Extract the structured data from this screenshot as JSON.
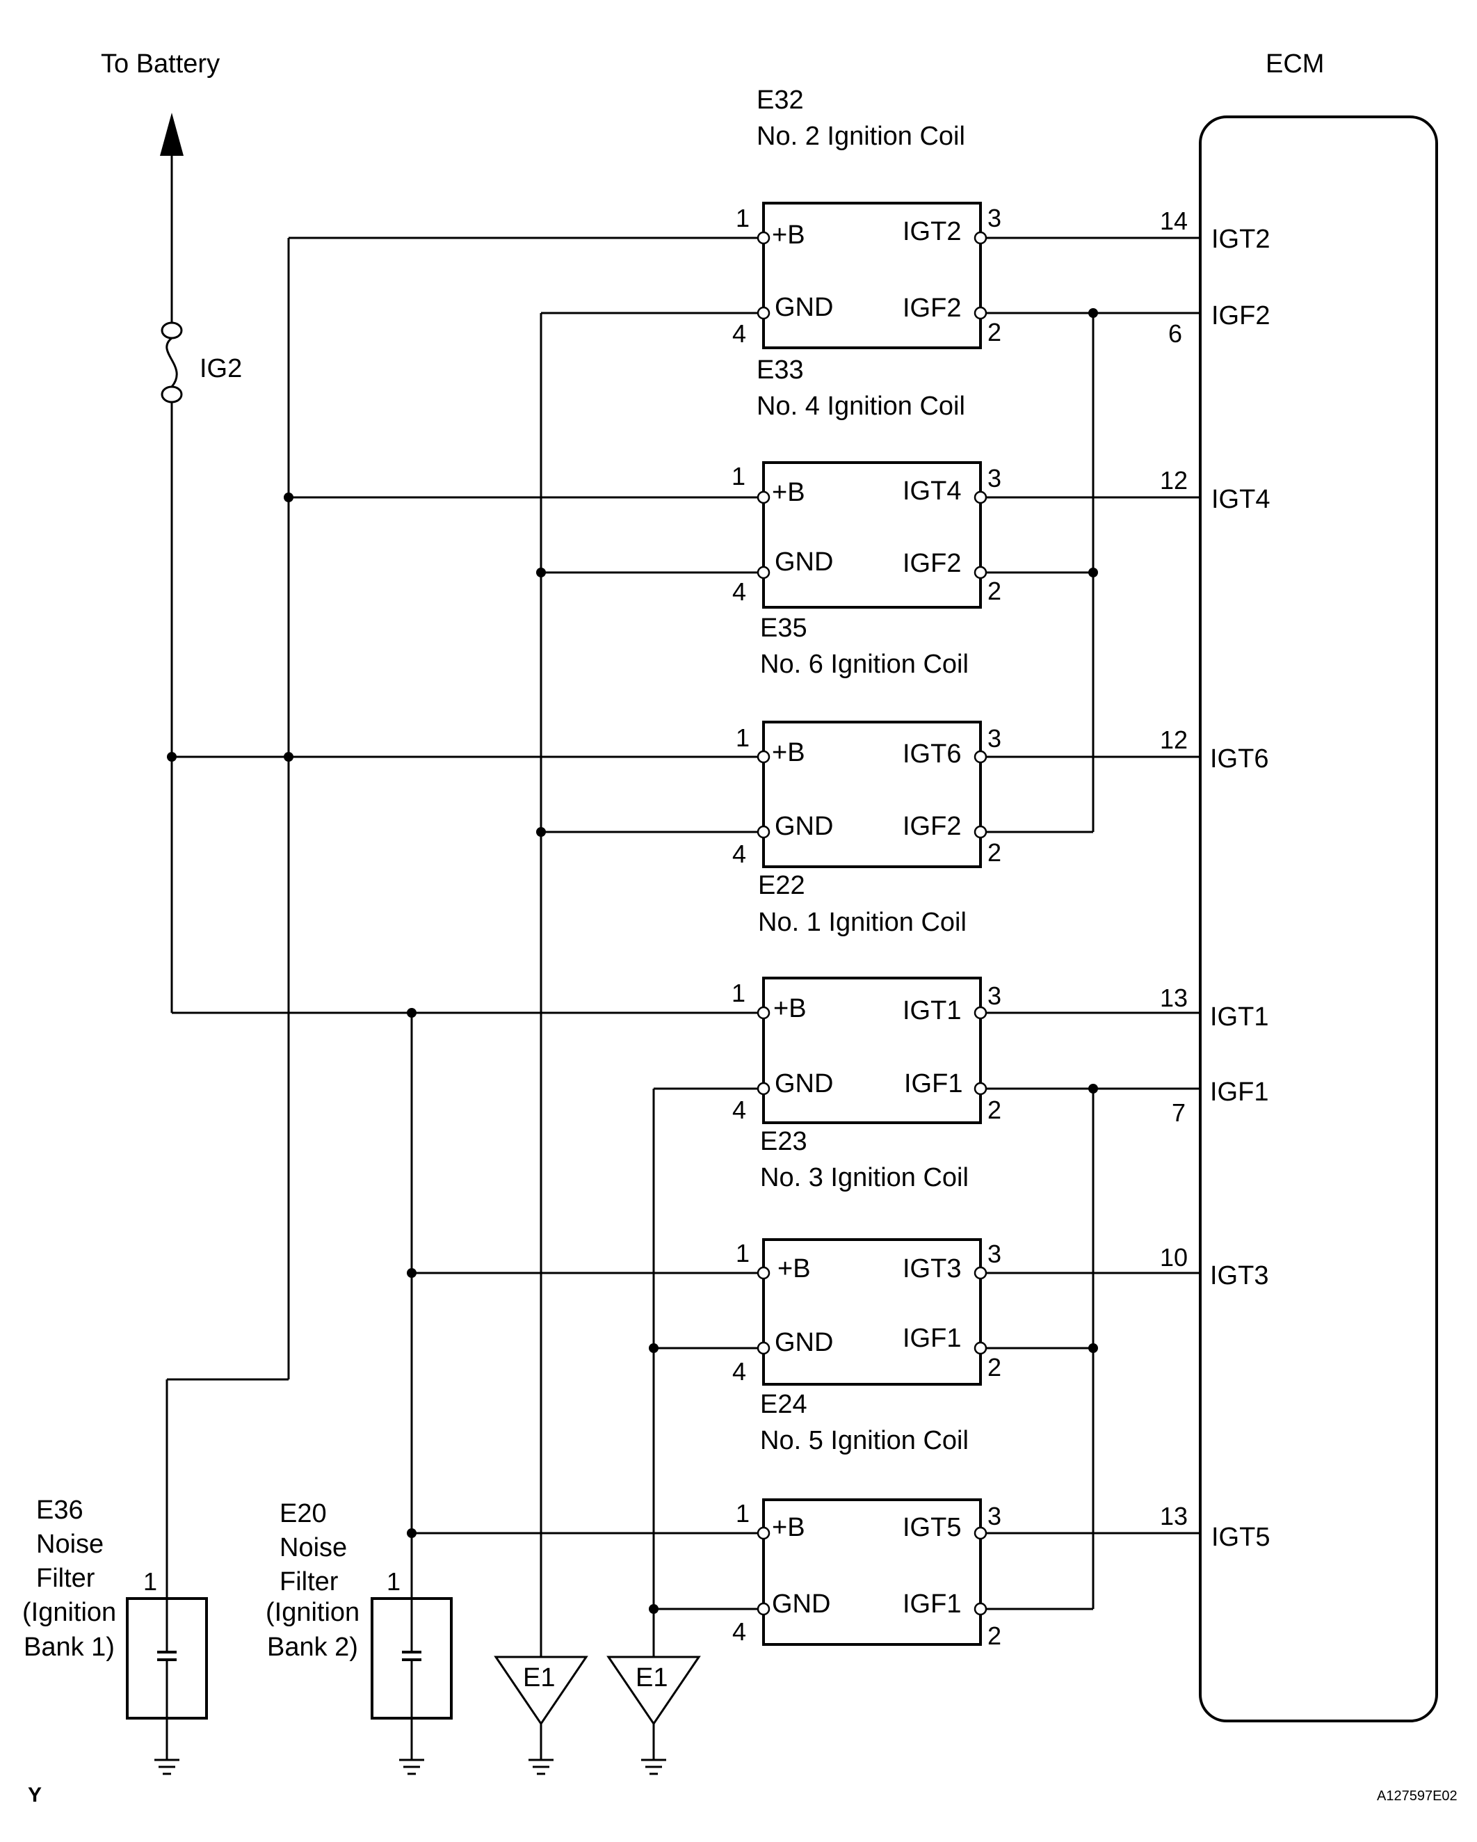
{
  "top_labels": {
    "battery": "To Battery",
    "ecm": "ECM",
    "fuse": "IG2"
  },
  "footer": {
    "left_mark": "Y",
    "figure_id": "A127597E02"
  },
  "coils": [
    {
      "code": "E32",
      "name": "No. 2 Ignition Coil",
      "pB": "+B",
      "pG": "GND",
      "pT": "IGT2",
      "pF": "IGF2",
      "n1": "1",
      "n4": "4",
      "n3": "3",
      "n2": "2",
      "ecm_pin_t": "14",
      "ecm_pin_f": "6"
    },
    {
      "code": "E33",
      "name": "No. 4 Ignition Coil",
      "pB": "+B",
      "pG": "GND",
      "pT": "IGT4",
      "pF": "IGF2",
      "n1": "1",
      "n4": "4",
      "n3": "3",
      "n2": "2",
      "ecm_pin_t": "12"
    },
    {
      "code": "E35",
      "name": "No. 6 Ignition Coil",
      "pB": "+B",
      "pG": "GND",
      "pT": "IGT6",
      "pF": "IGF2",
      "n1": "1",
      "n4": "4",
      "n3": "3",
      "n2": "2",
      "ecm_pin_t": "12"
    },
    {
      "code": "E22",
      "name": "No. 1 Ignition Coil",
      "pB": "+B",
      "pG": "GND",
      "pT": "IGT1",
      "pF": "IGF1",
      "n1": "1",
      "n4": "4",
      "n3": "3",
      "n2": "2",
      "ecm_pin_t": "13",
      "ecm_pin_f": "7"
    },
    {
      "code": "E23",
      "name": "No. 3 Ignition Coil",
      "pB": "+B",
      "pG": "GND",
      "pT": "IGT3",
      "pF": "IGF1",
      "n1": "1",
      "n4": "4",
      "n3": "3",
      "n2": "2",
      "ecm_pin_t": "10"
    },
    {
      "code": "E24",
      "name": "No. 5 Ignition Coil",
      "pB": "+B",
      "pG": "GND",
      "pT": "IGT5",
      "pF": "IGF1",
      "n1": "1",
      "n4": "4",
      "n3": "3",
      "n2": "2",
      "ecm_pin_t": "13"
    }
  ],
  "ecm_terminals": [
    "IGT2",
    "IGF2",
    "IGT4",
    "IGT6",
    "IGT1",
    "IGF1",
    "IGT3",
    "IGT5"
  ],
  "noise_filters": [
    {
      "code": "E36",
      "l1": "Noise",
      "l2": "Filter",
      "l3": "(Ignition",
      "l4": "Bank 1)",
      "pin": "1"
    },
    {
      "code": "E20",
      "l1": "Noise",
      "l2": "Filter",
      "l3": "(Ignition",
      "l4": "Bank 2)",
      "pin": "1"
    }
  ],
  "grounds": [
    "E1",
    "E1"
  ]
}
